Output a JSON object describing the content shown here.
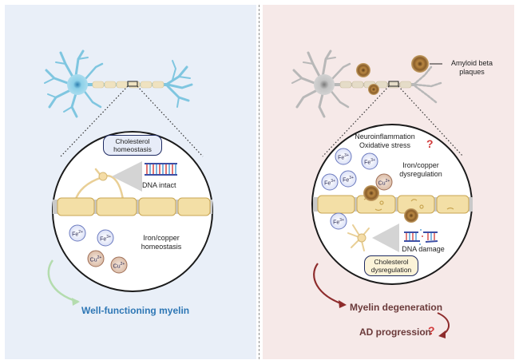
{
  "colors": {
    "left_bg": "#e9eff8",
    "right_bg": "#f6e9e8",
    "healthy_blue": "#2e77b5",
    "degeneration_text": "#6b3a3a",
    "question_red": "#d23b3b",
    "myelin_yellow": "#f3dfa6",
    "neuron_left": "#7fc6e0",
    "neuron_right": "#b8b8b8",
    "plaque_brown": "#a5773c"
  },
  "left": {
    "cholesterol_label": "Cholesterol homeostasis",
    "dna_label": "DNA intact",
    "iron_copper_label": "Iron/copper homeostasis",
    "ions": [
      {
        "base": "Fe",
        "charge": "2+"
      },
      {
        "base": "Fe",
        "charge": "3+"
      },
      {
        "base": "Cu",
        "charge": "2+"
      },
      {
        "base": "Cu",
        "charge": "2+"
      }
    ],
    "outcome": "Well-functioning myelin"
  },
  "right": {
    "amyloid_label": "Amyloid beta plaques",
    "stress_label_1": "Neuroinflammation",
    "stress_label_2": "Oxidative stress",
    "iron_copper_label": "Iron/copper dysregulation",
    "dna_label": "DNA damage",
    "cholesterol_label": "Cholesterol dysregulation",
    "ions": [
      {
        "base": "Fe",
        "charge": "3+"
      },
      {
        "base": "Fe",
        "charge": "3+"
      },
      {
        "base": "Fe",
        "charge": "3+"
      },
      {
        "base": "Fe",
        "charge": "3+"
      },
      {
        "base": "Cu",
        "charge": "2+"
      },
      {
        "base": "Fe",
        "charge": "3+"
      }
    ],
    "outcome_1": "Myelin degeneration",
    "outcome_2": "AD progression",
    "question_mark": "?"
  }
}
